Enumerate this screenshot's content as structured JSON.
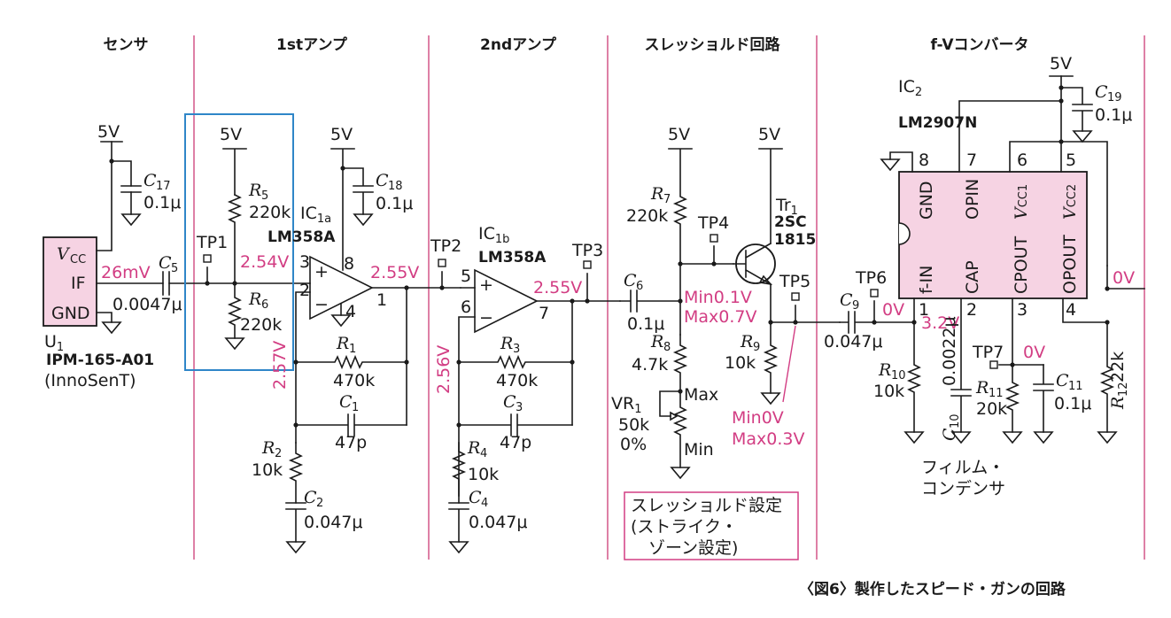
{
  "sections": [
    "センサ",
    "1stアンプ",
    "2ndアンプ",
    "スレッショルド回路",
    "f-Vコンバータ"
  ],
  "caption": "〈図6〉製作したスピード・ガンの回路",
  "supply": "5V",
  "sensor": {
    "pins": [
      "VCC",
      "IF",
      "GND"
    ],
    "ref": "U1",
    "part": "IPM-165-A01",
    "maker": "(InnoSenT)"
  },
  "components": {
    "C17": "0.1μ",
    "C5": "0.0047μ",
    "R5": "220k",
    "R6": "220k",
    "C18": "0.1μ",
    "IC1a": "LM358A",
    "IC1b": "LM358A",
    "R1": "470k",
    "C1": "47p",
    "R2": "10k",
    "C2": "0.047μ",
    "R3": "470k",
    "C3": "47p",
    "R4": "10k",
    "C4": "0.047μ",
    "R7": "220k",
    "C6": "0.1μ",
    "R8": "4.7k",
    "VR1": "50k",
    "VR1_pos": "0%",
    "Tr1": "2SC1815",
    "R9": "10k",
    "C9": "0.047μ",
    "IC2": "LM2907N",
    "C19": "0.1μ",
    "R10": "10k",
    "C10": "0.0022μ",
    "R11": "20k",
    "C11": "0.1μ",
    "R12": "22k"
  },
  "ic2_pins": [
    "GND",
    "OPIN",
    "VCC1",
    "VCC2",
    "f-IN",
    "CAP",
    "CPOUT",
    "OPOUT"
  ],
  "test_points": [
    "TP1",
    "TP2",
    "TP3",
    "TP4",
    "TP5",
    "TP6",
    "TP7"
  ],
  "voltages": {
    "sensor_out": "26mV",
    "tp1": "2.54V",
    "ic1a_out": "2.55V",
    "ic1a_inv": "2.57V",
    "ic1b_out": "2.55V",
    "ic1b_inv": "2.56V",
    "base_min": "Min0.1V",
    "base_max": "Max0.7V",
    "tp5_min": "Min0V",
    "tp5_max": "Max0.3V",
    "tp6": "0V",
    "pin1": "3.2V",
    "tp7": "0V",
    "out": "0V"
  },
  "vr_labels": [
    "Max",
    "Min"
  ],
  "threshold_note": [
    "スレッショルド設定",
    "(ストライク・",
    "ゾーン設定)"
  ],
  "film_note": [
    "フィルム・",
    "コンデンサ"
  ],
  "colors": {
    "accent": "#d23d83",
    "highlight_box": "#2f86c8",
    "ic_fill": "#f6d3e3"
  }
}
